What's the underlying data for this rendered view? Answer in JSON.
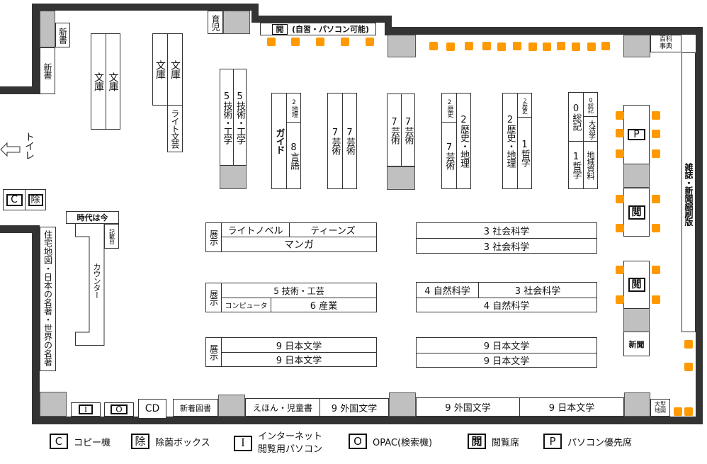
{
  "map": {
    "top_banner": {
      "symbol": "閲",
      "label": "(自習・パソコン可能)"
    },
    "wall_labels": {
      "ikuji": "育児",
      "shinsho_top": "新書",
      "shinsho_side": "新書",
      "hyakka": "百科事典",
      "toilet": "トイレ",
      "jutaku": "住宅地図・日本の名著・世界の名著",
      "zasshi": "雑誌・新聞縮刷版",
      "ogata_chizu": "大型地図"
    },
    "left_items": {
      "copy": "C",
      "jokin": "除",
      "jidai": "時代は今",
      "kisaidai": "記載台",
      "counter": "カウンター"
    },
    "bunko": {
      "a1": "文庫",
      "a2": "文庫",
      "b1": "文庫",
      "b2": "文庫",
      "light_bungei": "ライト文芸"
    },
    "stacks": {
      "s5a": "5技術・工学",
      "s5b": "5技術・工学",
      "guide": "ガイド",
      "s2chiri_small": "2地理",
      "s8": "8言語",
      "s7a": "7芸術",
      "s7b": "7芸術",
      "s7c": "7芸術",
      "s7d": "7芸術",
      "s2rekishi_small_a": "2歴史",
      "s7e": "7芸術",
      "s2a": "2歴史・地理",
      "s2b": "2歴史・地理",
      "s2rekishi_small_b": "2歴史",
      "s1a": "1哲学",
      "s0": "0総記",
      "s0small": "0総記",
      "daigaku": "大活学",
      "s1b": "1哲学",
      "chiiki": "地域資料"
    },
    "islands": {
      "i1": {
        "tenji": "展示",
        "top_left": "ライトノベル",
        "top_right": "ティーンズ",
        "bottom": "マンガ"
      },
      "i2": {
        "tenji": "展示",
        "top": "5 技術・工芸",
        "bottom_left": "コンピュータ",
        "bottom_right": "6 産業"
      },
      "i3": {
        "tenji": "展示",
        "top": "9 日本文学",
        "bottom": "9 日本文学"
      },
      "r1": {
        "top": "3 社会科学",
        "bottom": "3 社会科学"
      },
      "r2": {
        "top_left": "4 自然科学",
        "top_right": "3 社会科学",
        "bottom": "4 自然科学"
      },
      "r3": {
        "top": "9 日本文学",
        "bottom": "9 日本文学"
      }
    },
    "right_tables": {
      "pc": "P",
      "etsuran1": "閲",
      "etsuran2": "閲",
      "shinbun": "新聞"
    },
    "bottom_row": {
      "internet": "I",
      "opac": "O",
      "cd": "CD",
      "shinchaku": "新着図書",
      "ehon": "えほん・児童書",
      "gaikoku1": "9 外国文学",
      "gaikoku2": "9 外国文学",
      "nihon": "9 日本文学"
    }
  },
  "legend": [
    {
      "symbol": "C",
      "label": "コピー機"
    },
    {
      "symbol": "除",
      "label": "除菌ボックス"
    },
    {
      "symbol": "I",
      "label_line1": "インターネット",
      "label_line2": "閲覧用パソコン"
    },
    {
      "symbol": "O",
      "label": "OPAC(検索機)"
    },
    {
      "symbol": "閲",
      "label": "閲覧席"
    },
    {
      "symbol": "P",
      "label": "パソコン優先席"
    }
  ],
  "colors": {
    "wall": "#333333",
    "pillar": "#c0c0c0",
    "seat": "#ff9900"
  }
}
